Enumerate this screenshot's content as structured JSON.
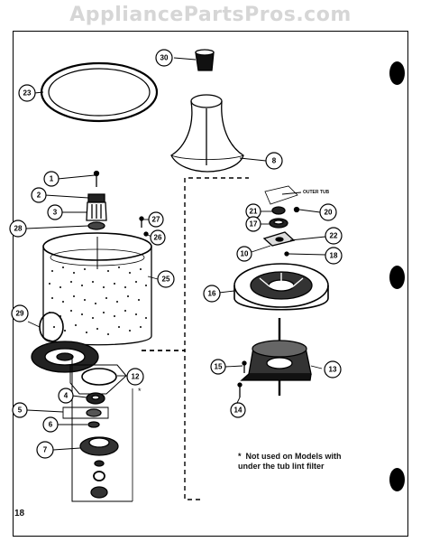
{
  "watermark": "AppliancePartsPros.com",
  "page_number": "18",
  "outer_tub_label": "OUTER TUB",
  "note": {
    "marker": "*",
    "text": "Not used on Models with under the tub lint filter"
  },
  "asterisk_marker": "*",
  "part_labels": [
    "1",
    "2",
    "3",
    "4",
    "5",
    "6",
    "7",
    "8",
    "10",
    "12",
    "13",
    "14",
    "15",
    "16",
    "17",
    "18",
    "20",
    "21",
    "22",
    "23",
    "25",
    "26",
    "27",
    "28",
    "29",
    "30"
  ]
}
